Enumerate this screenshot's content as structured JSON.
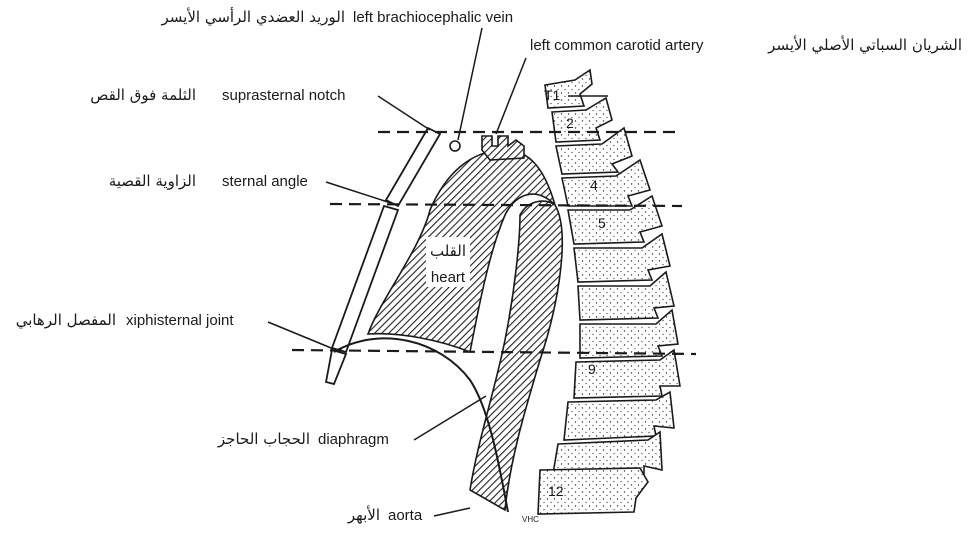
{
  "labels": {
    "left_brachiocephalic_vein": {
      "en": "left brachiocephalic vein",
      "ar": "الوريد العضدي الرأسي الأيسر"
    },
    "left_common_carotid_artery": {
      "en": "left common carotid artery",
      "ar": "الشريان السباتي الأصلي الأيسر"
    },
    "suprasternal_notch": {
      "en": "suprasternal notch",
      "ar": "الثلمة فوق القص"
    },
    "sternal_angle": {
      "en": "sternal angle",
      "ar": "الزاوية القصية"
    },
    "heart": {
      "en": "heart",
      "ar": "القلب"
    },
    "xiphisternal_joint": {
      "en": "xiphisternal joint",
      "ar": "المفصل الرهابي"
    },
    "diaphragm": {
      "en": "diaphragm",
      "ar": "الحجاب الحاجز"
    },
    "aorta": {
      "en": "aorta",
      "ar": "الأبهر"
    }
  },
  "vertebra_numbers": [
    "T1",
    "2",
    "4",
    "5",
    "9",
    "12"
  ],
  "artist_signature": "VHC",
  "colors": {
    "ink": "#1a1a1a",
    "background": "#ffffff"
  }
}
